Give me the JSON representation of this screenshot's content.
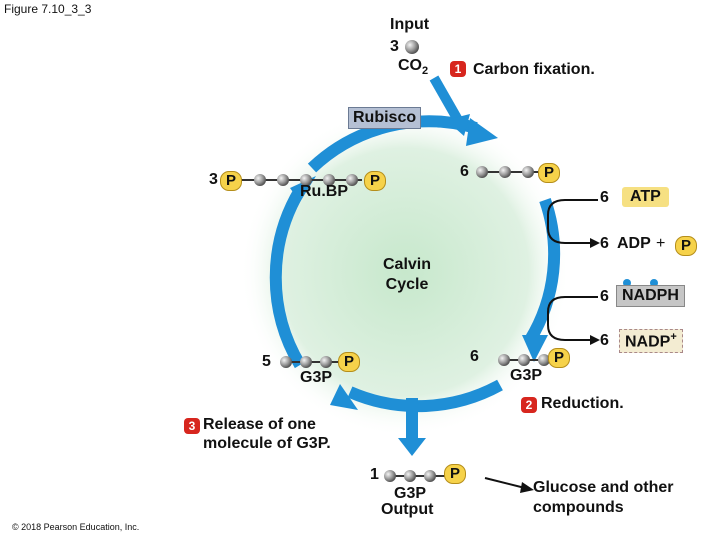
{
  "figure_label": "Figure 7.10_3_3",
  "input": {
    "line1": "Input",
    "count": "3",
    "molecule": "CO",
    "subscript": "2"
  },
  "step1": {
    "number": "1",
    "text": "Carbon fixation."
  },
  "rubisco": "Rubisco",
  "left_top": {
    "count": "3",
    "p": "P",
    "name": "Ru.BP",
    "p2": "P"
  },
  "right_top": {
    "count": "6",
    "p": "P"
  },
  "atp": {
    "count": "6",
    "label": "ATP"
  },
  "adp": {
    "count": "6",
    "label": "ADP",
    "plus": "+",
    "p": "P"
  },
  "cycle": {
    "line1": "Calvin",
    "line2": "Cycle"
  },
  "nadph": {
    "count": "6",
    "label": "NADPH"
  },
  "nadp": {
    "count": "6",
    "label": "NADP",
    "sup": "+"
  },
  "bottom_right": {
    "count": "6",
    "p": "P",
    "name": "G3P"
  },
  "bottom_left": {
    "count": "5",
    "p": "P",
    "name": "G3P"
  },
  "step2": {
    "number": "2",
    "text": "Reduction."
  },
  "step3": {
    "number": "3",
    "line1": "Release of one",
    "line2": "molecule of G3P."
  },
  "output": {
    "count": "1",
    "p": "P",
    "name": "G3P",
    "label": "Output"
  },
  "glucose": {
    "line1": "Glucose and other",
    "line2": "compounds"
  },
  "copyright": "© 2018 Pearson Education, Inc.",
  "colors": {
    "arrow": "#1f8fd6",
    "center": "#bfe3c6",
    "phosphate": "#f6d24a",
    "badge": "#d7261e"
  }
}
